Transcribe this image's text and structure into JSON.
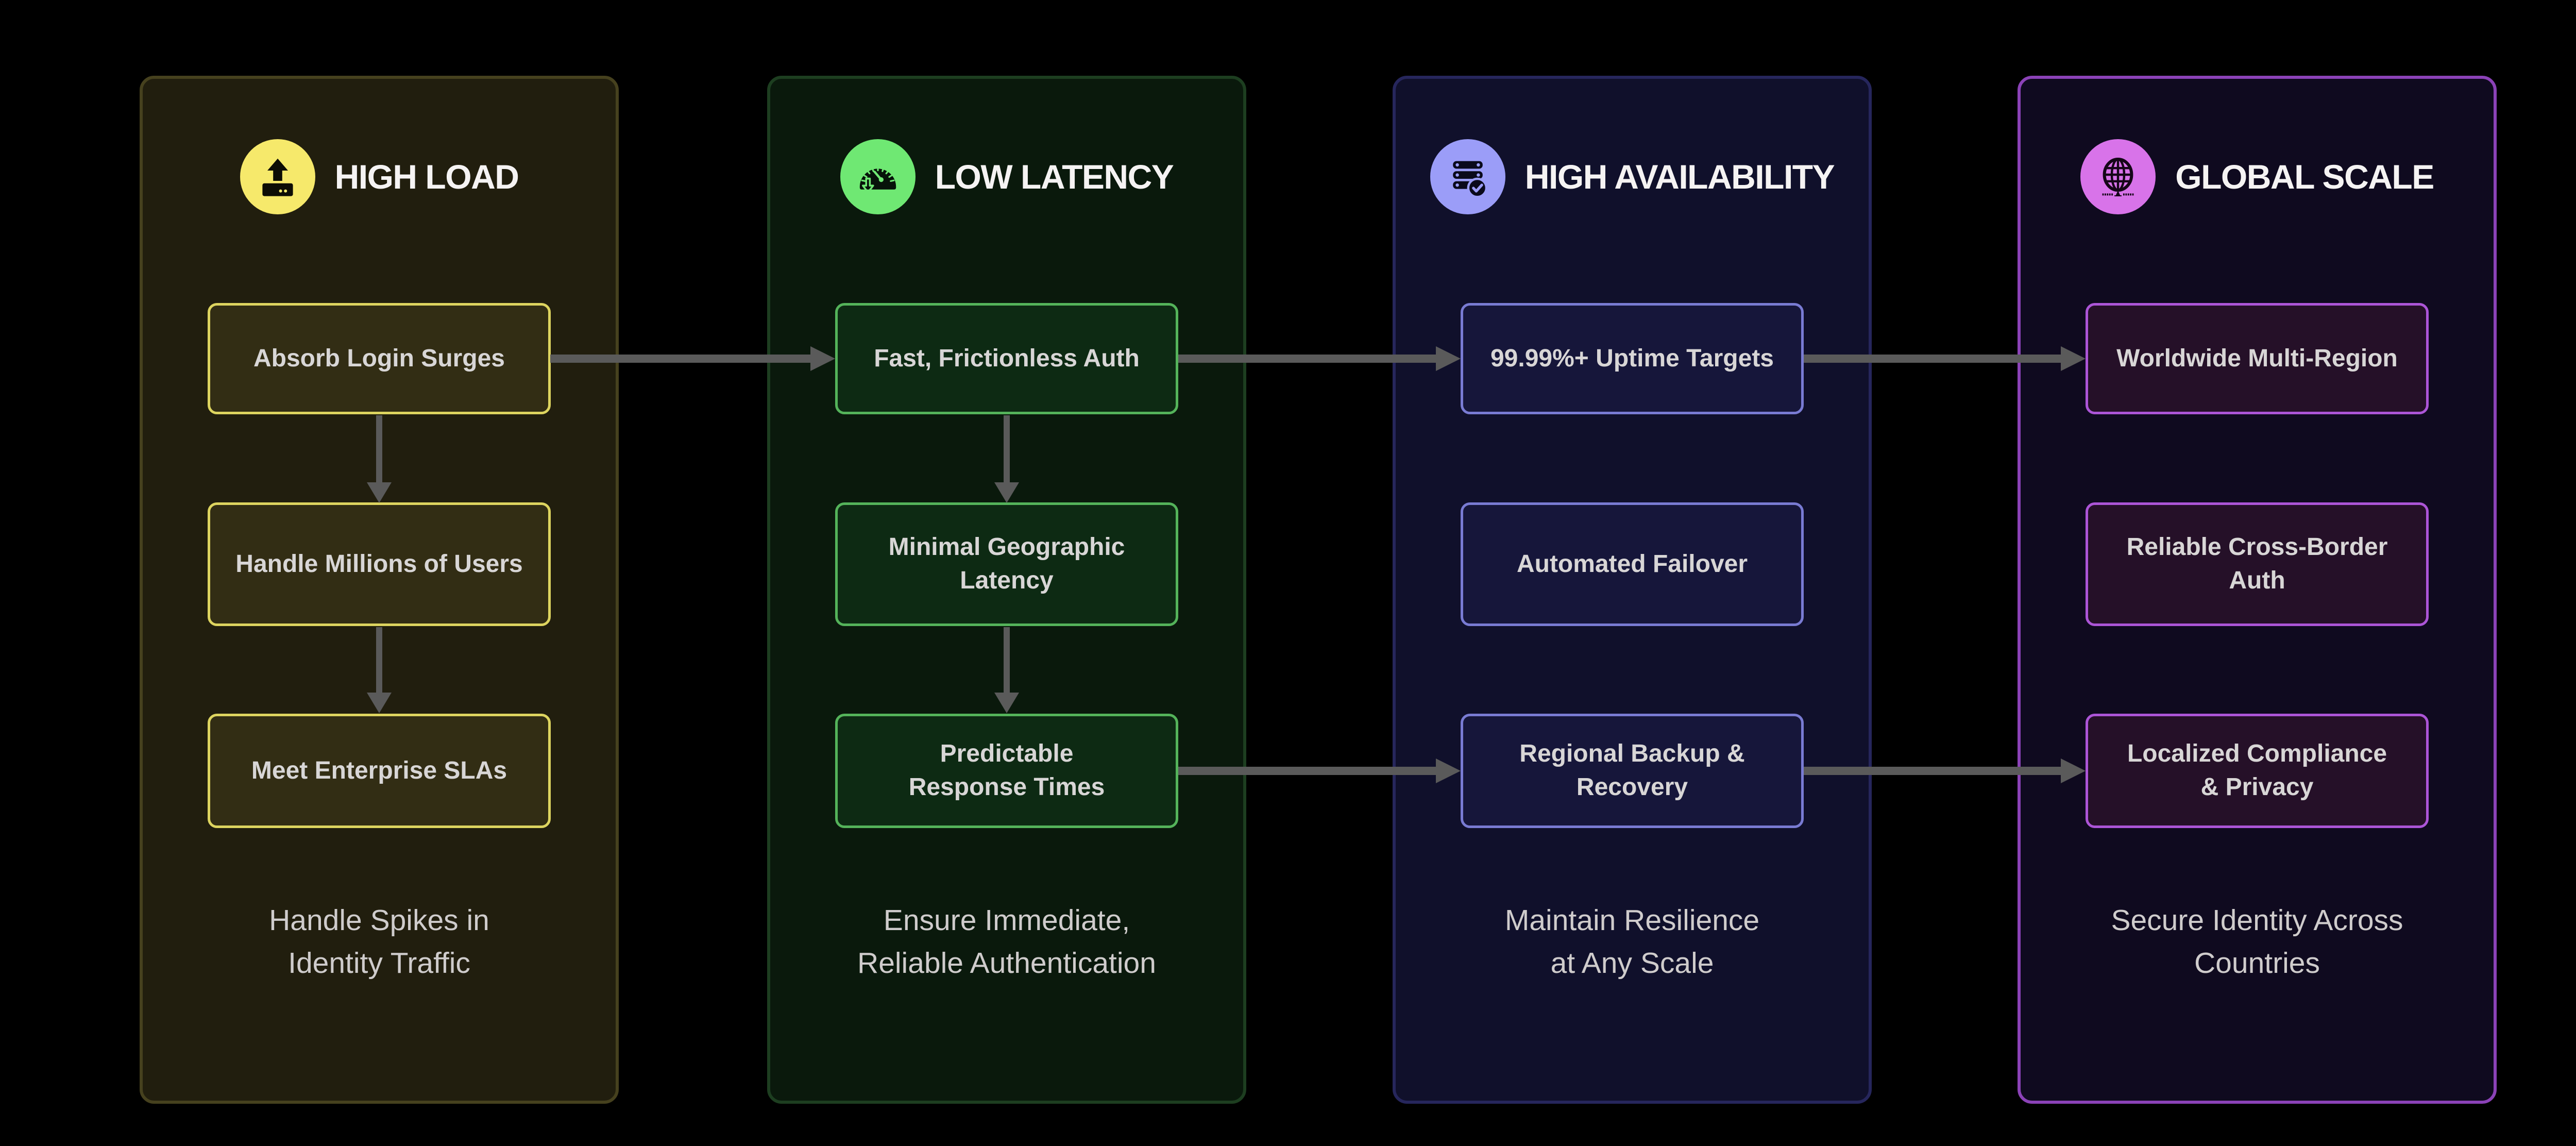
{
  "diagram": {
    "background": "#000000",
    "arrow_color": "#5a5a5a",
    "columns": [
      {
        "title": "HIGH LOAD",
        "icon": "upload-server-icon",
        "accent": "#f6e96b",
        "panel_bg": "#211e0e",
        "panel_border": "#46411e",
        "node_bg": "#322d14",
        "node_border": "#ddd45f",
        "nodes": [
          {
            "lines": [
              "Absorb Login Surges"
            ]
          },
          {
            "lines": [
              "Handle Millions of Users"
            ]
          },
          {
            "lines": [
              "Meet Enterprise SLAs"
            ]
          }
        ],
        "caption_lines": [
          "Handle Spikes in",
          "Identity Traffic"
        ]
      },
      {
        "title": "LOW LATENCY",
        "icon": "speedometer-icon",
        "accent": "#6fe873",
        "panel_bg": "#0a190c",
        "panel_border": "#1d3e20",
        "node_bg": "#0d2a13",
        "node_border": "#54b35a",
        "nodes": [
          {
            "lines": [
              "Fast, Frictionless Auth"
            ]
          },
          {
            "lines": [
              "Minimal Geographic",
              "Latency"
            ]
          },
          {
            "lines": [
              "Predictable",
              "Response Times"
            ]
          }
        ],
        "caption_lines": [
          "Ensure Immediate,",
          "Reliable Authentication"
        ]
      },
      {
        "title": "HIGH AVAILABILITY",
        "icon": "server-stack-icon",
        "accent": "#9b9df8",
        "panel_bg": "#10102b",
        "panel_border": "#26265c",
        "node_bg": "#16163a",
        "node_border": "#797bd3",
        "nodes": [
          {
            "lines": [
              "99.99%+ Uptime Targets"
            ]
          },
          {
            "lines": [
              "Automated Failover"
            ]
          },
          {
            "lines": [
              "Regional Backup &",
              "Recovery"
            ]
          }
        ],
        "caption_lines": [
          "Maintain Resilience",
          "at Any Scale"
        ]
      },
      {
        "title": "GLOBAL SCALE",
        "icon": "globe-icon",
        "accent": "#d873e9",
        "panel_bg": "#0f0a1f",
        "panel_border": "#8b42b7",
        "node_bg": "#251028",
        "node_border": "#ac55d7",
        "nodes": [
          {
            "lines": [
              "Worldwide Multi-Region"
            ]
          },
          {
            "lines": [
              "Reliable Cross-Border",
              "Auth"
            ]
          },
          {
            "lines": [
              "Localized Compliance",
              "& Privacy"
            ]
          }
        ],
        "caption_lines": [
          "Secure Identity Across",
          "Countries"
        ]
      }
    ],
    "connections": [
      {
        "from": "Absorb Login Surges",
        "to": "Handle Millions of Users",
        "direction": "down"
      },
      {
        "from": "Handle Millions of Users",
        "to": "Meet Enterprise SLAs",
        "direction": "down"
      },
      {
        "from": "Fast, Frictionless Auth",
        "to": "Minimal Geographic Latency",
        "direction": "down"
      },
      {
        "from": "Minimal Geographic Latency",
        "to": "Predictable Response Times",
        "direction": "down"
      },
      {
        "from": "Absorb Login Surges",
        "to": "Fast, Frictionless Auth",
        "direction": "right"
      },
      {
        "from": "Fast, Frictionless Auth",
        "to": "99.99%+ Uptime Targets",
        "direction": "right"
      },
      {
        "from": "99.99%+ Uptime Targets",
        "to": "Worldwide Multi-Region",
        "direction": "right"
      },
      {
        "from": "Predictable Response Times",
        "to": "Regional Backup & Recovery",
        "direction": "right"
      },
      {
        "from": "Regional Backup & Recovery",
        "to": "Localized Compliance & Privacy",
        "direction": "right"
      }
    ]
  }
}
